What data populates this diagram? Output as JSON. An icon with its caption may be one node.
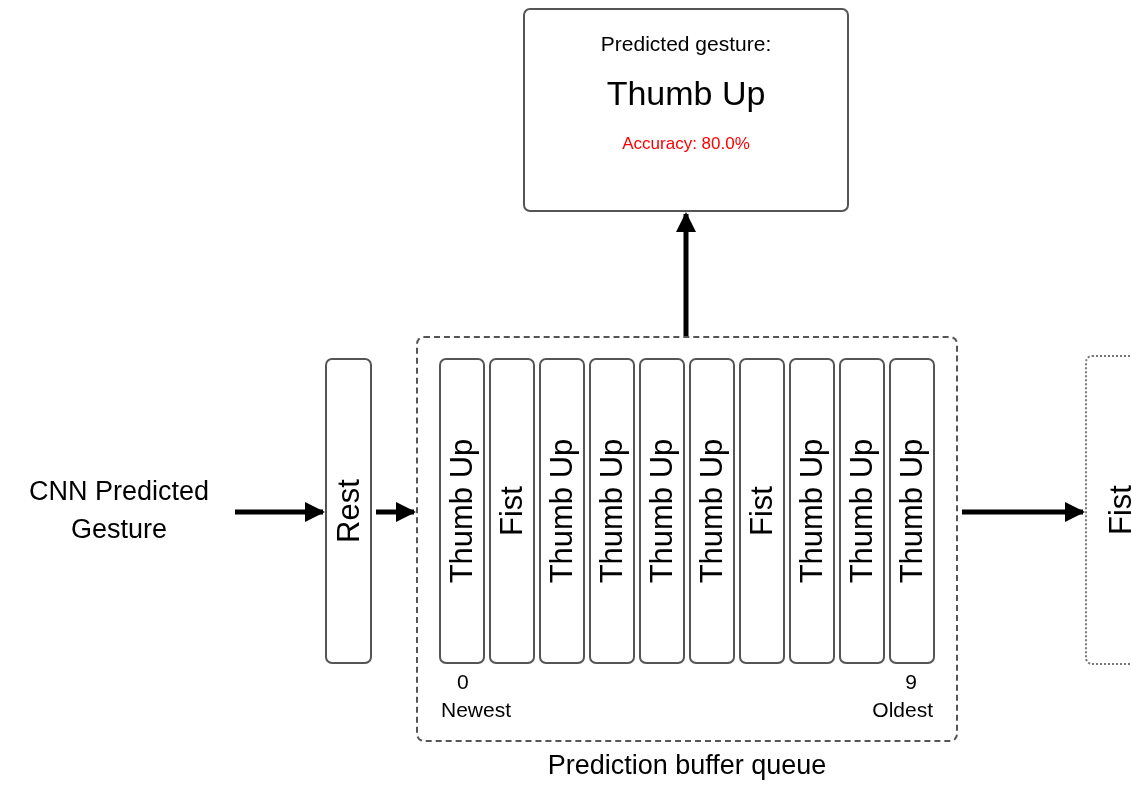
{
  "diagram": {
    "nodes": [
      {
        "text": [
          "CNN Predicted Gesture"
        ]
      },
      {
        "text": [
          "Rest"
        ]
      },
      {
        "text": [
          "Prediction buffer queue"
        ]
      },
      {
        "text": [
          "Thumb Up"
        ],
        "in": 2,
        "beside": [
          "0",
          "Newest"
        ]
      },
      {
        "text": [
          "Fist"
        ],
        "in": 2
      },
      {
        "text": [
          "Thumb Up"
        ],
        "in": 2
      },
      {
        "text": [
          "Thumb Up"
        ],
        "in": 2
      },
      {
        "text": [
          "Thumb Up"
        ],
        "in": 2
      },
      {
        "text": [
          "Thumb Up"
        ],
        "in": 2
      },
      {
        "text": [
          "Fist"
        ],
        "in": 2
      },
      {
        "text": [
          "Thumb Up"
        ],
        "in": 2
      },
      {
        "text": [
          "Thumb Up"
        ],
        "in": 2
      },
      {
        "text": [
          "Thumb Up"
        ],
        "in": 2,
        "beside": [
          "9",
          "Oldest"
        ]
      },
      {
        "text": [
          "Fist"
        ]
      },
      {
        "text": [
          "Predicted gesture:",
          "Thumb Up",
          "Accuracy: 80.0%"
        ]
      }
    ],
    "edges": [
      {
        "from": 0,
        "to": 1,
        "arrow": "to"
      },
      {
        "from": 1,
        "to": 2,
        "arrow": "to"
      },
      {
        "from": 2,
        "to": 13,
        "arrow": "to"
      },
      {
        "from": 2,
        "to": 14,
        "arrow": "to"
      }
    ]
  }
}
